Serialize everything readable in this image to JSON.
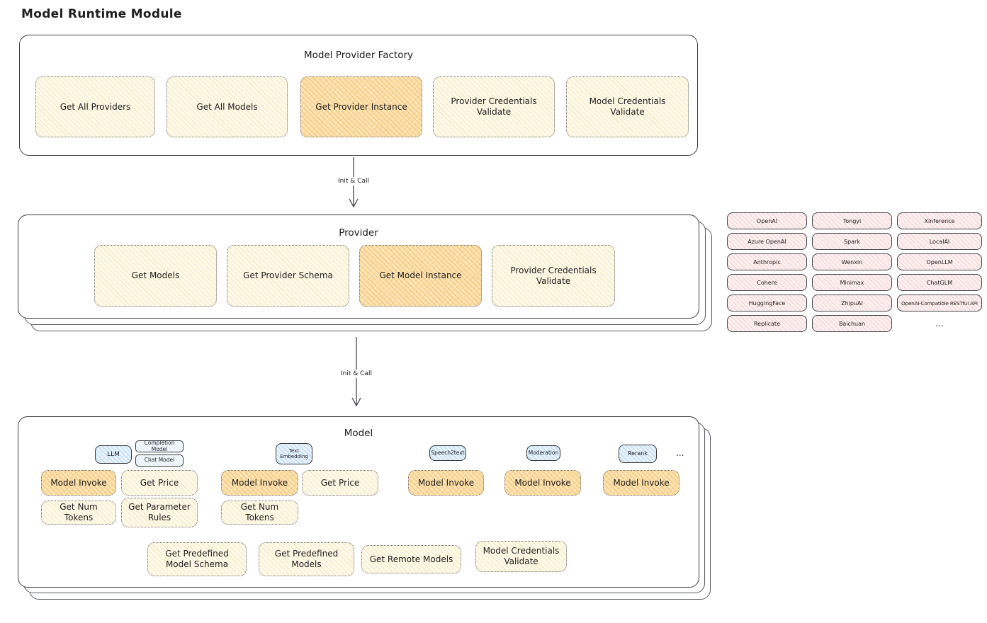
{
  "page_title": "Model Runtime Module",
  "factory": {
    "title": "Model Provider Factory",
    "get_all_providers": "Get All Providers",
    "get_all_models": "Get All Models",
    "get_provider_instance": "Get Provider Instance",
    "provider_credentials_validate": "Provider Credentials Validate",
    "model_credentials_validate": "Model Credentials Validate"
  },
  "arrows": {
    "init_call_1": "Init & Call",
    "init_call_2": "Init & Call"
  },
  "provider": {
    "title": "Provider",
    "get_models": "Get Models",
    "get_provider_schema": "Get Provider Schema",
    "get_model_instance": "Get Model Instance",
    "provider_credentials_validate": "Provider Credentials Validate"
  },
  "providers_panel": {
    "col1": [
      "OpenAI",
      "Azure OpenAI",
      "Anthropic",
      "Cohere",
      "HuggingFace",
      "Replicate"
    ],
    "col2": [
      "Tongyi",
      "Spark",
      "Wenxin",
      "Minimax",
      "ZhipuAI",
      "Baichuan"
    ],
    "col3": [
      "Xinference",
      "LocalAI",
      "OpenLLM",
      "ChatGLM",
      "OpenAI-Compatible RESTful API"
    ],
    "more": "..."
  },
  "model": {
    "title": "Model",
    "tags": {
      "llm": "LLM",
      "completion_model": "Completion Model",
      "chat_model": "Chat Model",
      "text_embedding": "Text Embedding",
      "speech2text": "Speech2text",
      "moderation": "Moderation",
      "rerank": "Rerank",
      "more": "..."
    },
    "llm_functions": {
      "model_invoke": "Model Invoke",
      "get_price": "Get Price",
      "get_num_tokens": "Get Num Tokens",
      "get_parameter_rules": "Get Parameter Rules"
    },
    "text_embedding_functions": {
      "model_invoke": "Model Invoke",
      "get_price": "Get Price",
      "get_num_tokens": "Get Num Tokens"
    },
    "speech2text_functions": {
      "model_invoke": "Model Invoke"
    },
    "moderation_functions": {
      "model_invoke": "Model Invoke"
    },
    "rerank_functions": {
      "model_invoke": "Model Invoke"
    },
    "common_functions": {
      "get_predefined_model_schema": "Get Predefined Model Schema",
      "get_predefined_models": "Get Predefined Models",
      "get_remote_models": "Get Remote Models",
      "model_credentials_validate": "Model Credentials Validate"
    }
  },
  "colors": {
    "function_fill": "#fdf7e4",
    "highlight_fill": "#fbe3ae",
    "provider_chip_fill": "#fdf1f1",
    "tag_fill": "#e7f2fb",
    "ink": "#1e1e1e"
  }
}
